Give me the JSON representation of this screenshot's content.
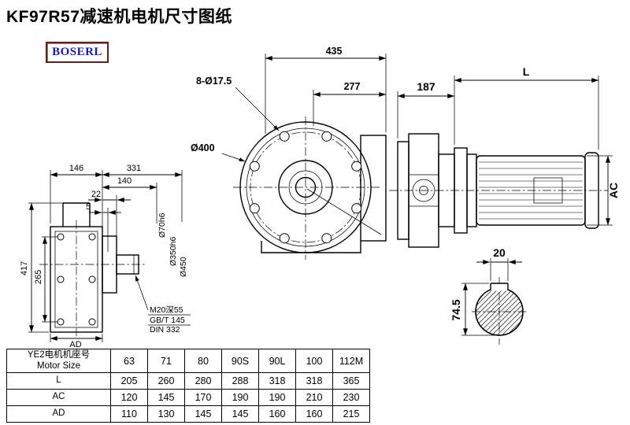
{
  "page": {
    "title": "KF97R57减速机电机尺寸图纸",
    "logo_text": "BOSERL"
  },
  "front_view": {
    "overall_width": "435",
    "bolt_holes": "8-Ø17.5",
    "inner_width": "277",
    "flange_diameter": "Ø400"
  },
  "side_view": {
    "adapter_length": "187",
    "motor_length": "L",
    "motor_diameter": "AC"
  },
  "left_view": {
    "dim_width_1": "146",
    "dim_width_2": "331",
    "dim_140": "140",
    "dim_22": "22",
    "dim_5": "5",
    "dim_height": "417",
    "dim_bolt_spacing": "265",
    "dim_ad": "AD",
    "shaft_diameter": "Ø70h6",
    "spigot_diameter": "Ø350h6",
    "flange_diameter": "Ø450",
    "thread_note": "M20深55",
    "standard_note_1": "GB/T 145",
    "standard_note_2": "DIN 332"
  },
  "shaft_section": {
    "key_width": "20",
    "height_to_key": "74.5"
  },
  "table": {
    "header_line1": "YE2电机机座号",
    "header_line2": "Motor Size",
    "columns": [
      "63",
      "71",
      "80",
      "90S",
      "90L",
      "100",
      "112M"
    ],
    "rows": [
      {
        "label": "L",
        "values": [
          "205",
          "260",
          "280",
          "288",
          "318",
          "318",
          "365"
        ]
      },
      {
        "label": "AC",
        "values": [
          "120",
          "145",
          "170",
          "190",
          "190",
          "210",
          "230"
        ]
      },
      {
        "label": "AD",
        "values": [
          "110",
          "130",
          "145",
          "145",
          "160",
          "160",
          "215"
        ]
      }
    ]
  }
}
